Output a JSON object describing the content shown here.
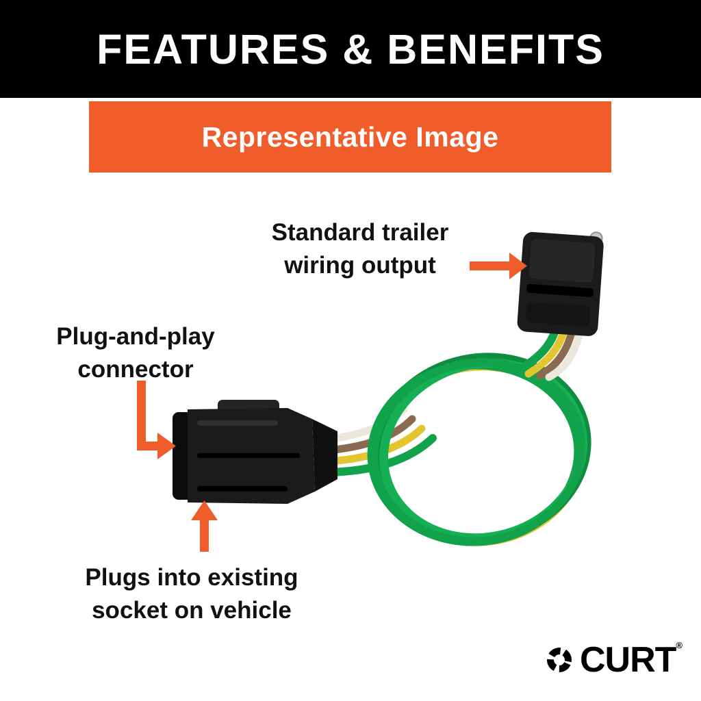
{
  "header": {
    "title": "FEATURES & BENEFITS"
  },
  "subheader": {
    "title": "Representative Image"
  },
  "callouts": {
    "output": {
      "line1": "Standard trailer",
      "line2": "wiring output"
    },
    "connector": {
      "line1": "Plug-and-play",
      "line2": "connector"
    },
    "socket": {
      "line1": "Plugs into existing",
      "line2": "socket on vehicle"
    }
  },
  "logo": {
    "brand": "CURT",
    "registered": "®"
  },
  "colors": {
    "banner_black": "#000000",
    "accent_orange": "#F15C2B",
    "wire_green": "#12A24C",
    "wire_green_dark": "#0E8C40",
    "wire_yellow": "#E2C52F",
    "wire_brown": "#8A6A50",
    "wire_white": "#ECE7DB",
    "connector_black": "#1B1B1B",
    "pin_silver": "#C9C9C9"
  }
}
